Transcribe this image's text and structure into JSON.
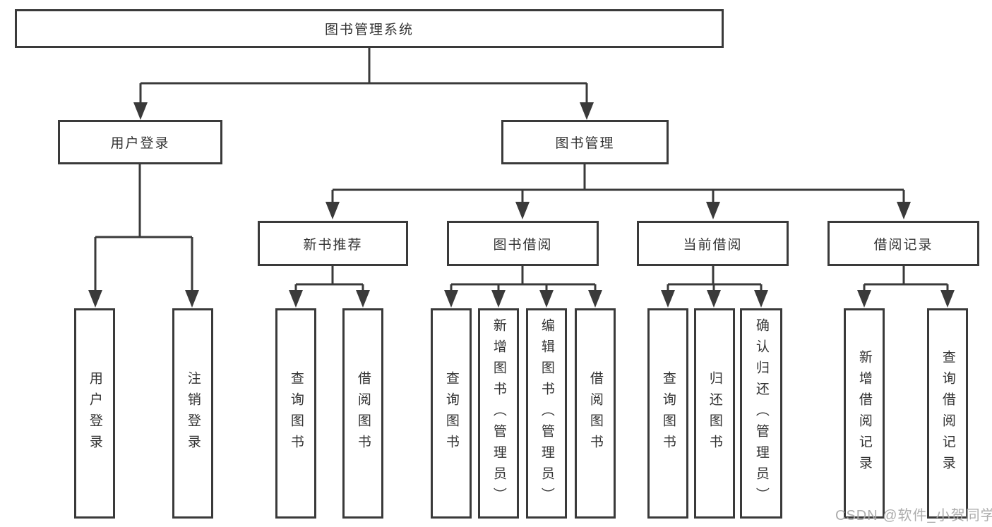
{
  "tree": {
    "root": {
      "label": "图书管理系统"
    },
    "level2": [
      {
        "label": "用户登录"
      },
      {
        "label": "图书管理"
      }
    ],
    "level3": [
      {
        "label": "新书推荐"
      },
      {
        "label": "图书借阅"
      },
      {
        "label": "当前借阅"
      },
      {
        "label": "借阅记录"
      }
    ],
    "leaves": {
      "user_login": [
        "用户登录",
        "注销登录"
      ],
      "new_book_recommend": [
        "查询图书",
        "借阅图书"
      ],
      "book_borrow": [
        "查询图书",
        "新增图书（管理员）",
        "编辑图书（管理员）",
        "借阅图书"
      ],
      "current_borrow": [
        "查询图书",
        "归还图书",
        "确认归还（管理员）"
      ],
      "borrow_record": [
        "新增借阅记录",
        "查询借阅记录"
      ]
    }
  },
  "watermark": "CSDN @软件_小贺同学",
  "colors": {
    "line": "#3a3a3a",
    "text": "#333333",
    "background": "#ffffff",
    "watermark": "#a9a9a9"
  }
}
